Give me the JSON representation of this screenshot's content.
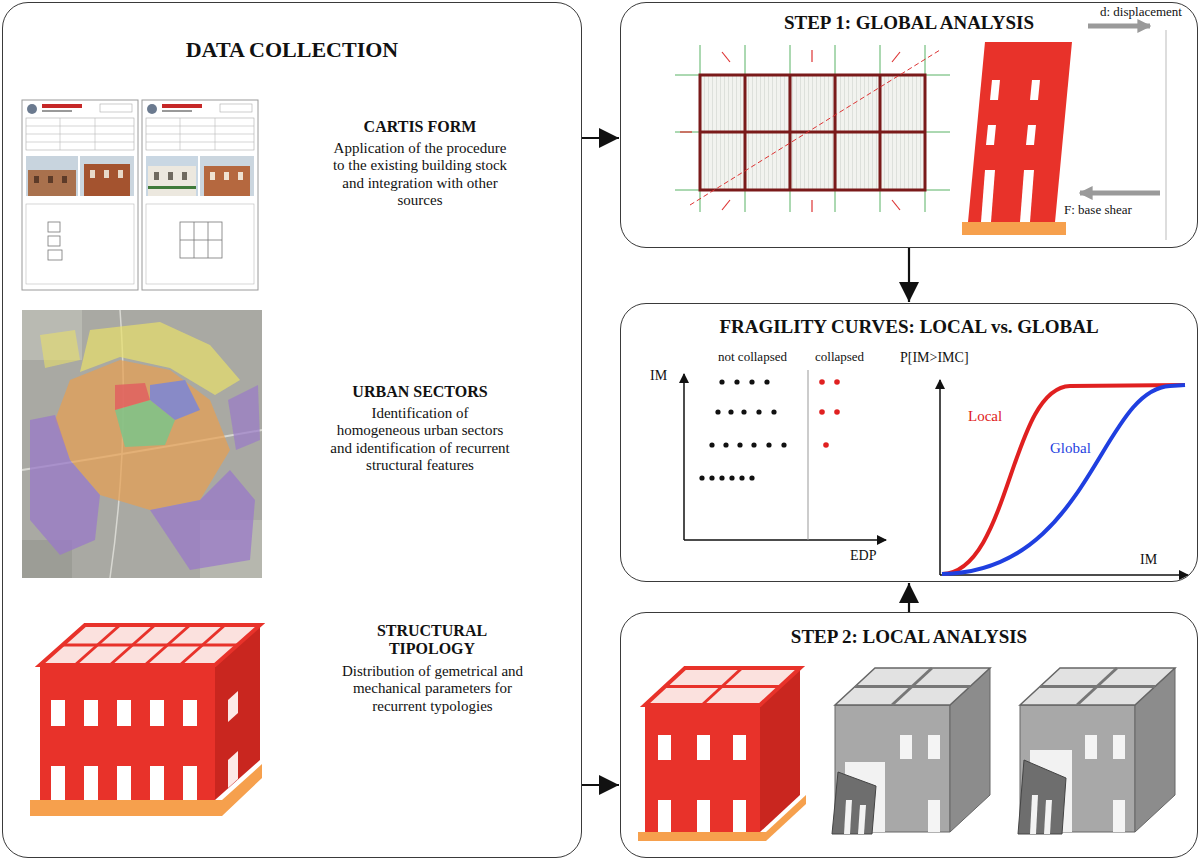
{
  "diagram": {
    "nodes": [
      {
        "text": [
          "DATA COLLECTION"
        ]
      },
      {
        "text": [
          "STEP 1: GLOBAL ANALYSIS"
        ]
      },
      {
        "text": [
          "FRAGILITY CURVES: LOCAL vs. GLOBAL"
        ]
      },
      {
        "text": [
          "STEP 2: LOCAL ANALYSIS"
        ]
      }
    ],
    "edges": [
      {
        "from": 0,
        "to": 1,
        "arrow": "to"
      },
      {
        "from": 0,
        "to": 3,
        "arrow": "to"
      },
      {
        "from": 1,
        "to": 2,
        "arrow": "to"
      },
      {
        "from": 3,
        "to": 2,
        "arrow": "to"
      }
    ],
    "labels": [
      "CARTIS FORM",
      "Application of the procedure to the existing building stock and integration with other sources",
      "URBAN SECTORS",
      "Identification of homogeneous urban sectors and identification of recurrent structural features",
      "STRUCTURAL TIPOLOGY",
      "Distribution of gemetrical and mechanical parameters for recurrent typologies",
      "d: displacement",
      "F: base shear",
      "IM",
      "not collapsed",
      "collapsed",
      "EDP",
      "P[IM>IMC]",
      "Local",
      "Global",
      "IM"
    ]
  }
}
